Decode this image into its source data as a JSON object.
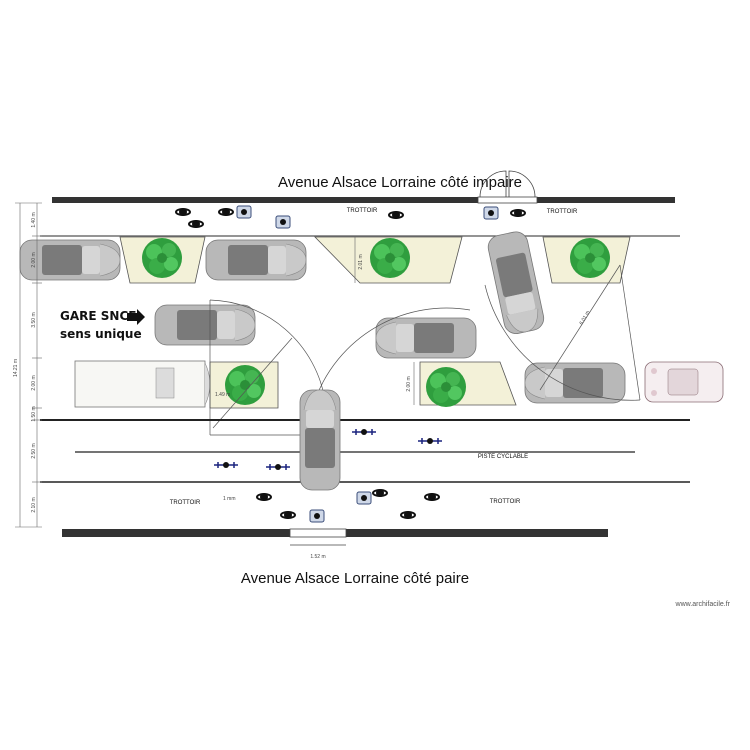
{
  "titles": {
    "top": "Avenue Alsace Lorraine côté impaire",
    "bottom": "Avenue Alsace Lorraine côté paire"
  },
  "labels": {
    "gare_line1": "GARE SNCF",
    "gare_line2": "sens unique",
    "trottoir": "TROTTOIR",
    "piste": "PISTE CYCLABLE",
    "credit": "www.archifacile.fr"
  },
  "dimensions": {
    "total": "14.21 m",
    "d1": "1.40 m",
    "d2": "2.00 m",
    "d3": "3.50 m",
    "d4": "2.00 m",
    "d5": "1.50 m",
    "d6": "2.50 m",
    "d7": "2.10 m",
    "tree_mid": "2.01 m",
    "tree_right": "2.00 m",
    "radius_left": "1.49 m",
    "radius_right": "6.01 m",
    "small": "1 mm",
    "door": "1.52 m"
  },
  "colors": {
    "wall": "#333333",
    "planter": "#f3f1d8",
    "tree": "#39b54a",
    "car": "#b0b0b0",
    "car_roof": "#7a7a7a",
    "bike": "#1a237e",
    "line": "#222222"
  }
}
